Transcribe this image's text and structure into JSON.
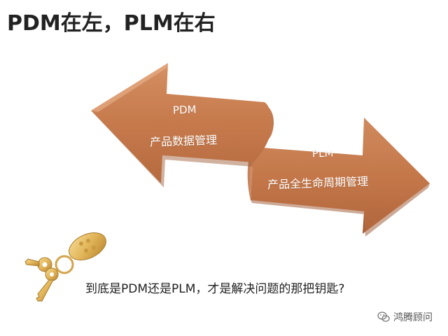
{
  "title": "PDM在左，PLM在右",
  "pdm": {
    "abbr": "PDM",
    "full": "产品数据管理"
  },
  "plm": {
    "abbr": "PLM",
    "full": "产品全生命周期管理"
  },
  "question": "到底是PDM还是PLM，才是解决问题的那把钥匙?",
  "watermark": "鸿腾顾问",
  "colors": {
    "arrow_main": "#c67a4c",
    "arrow_light": "#d9946a",
    "arrow_dark": "#a85f36",
    "key_gold": "#e2b55a",
    "title_text": "#222222"
  },
  "icons": {
    "keys": "keychain-icon",
    "watermark": "wechat-icon"
  }
}
